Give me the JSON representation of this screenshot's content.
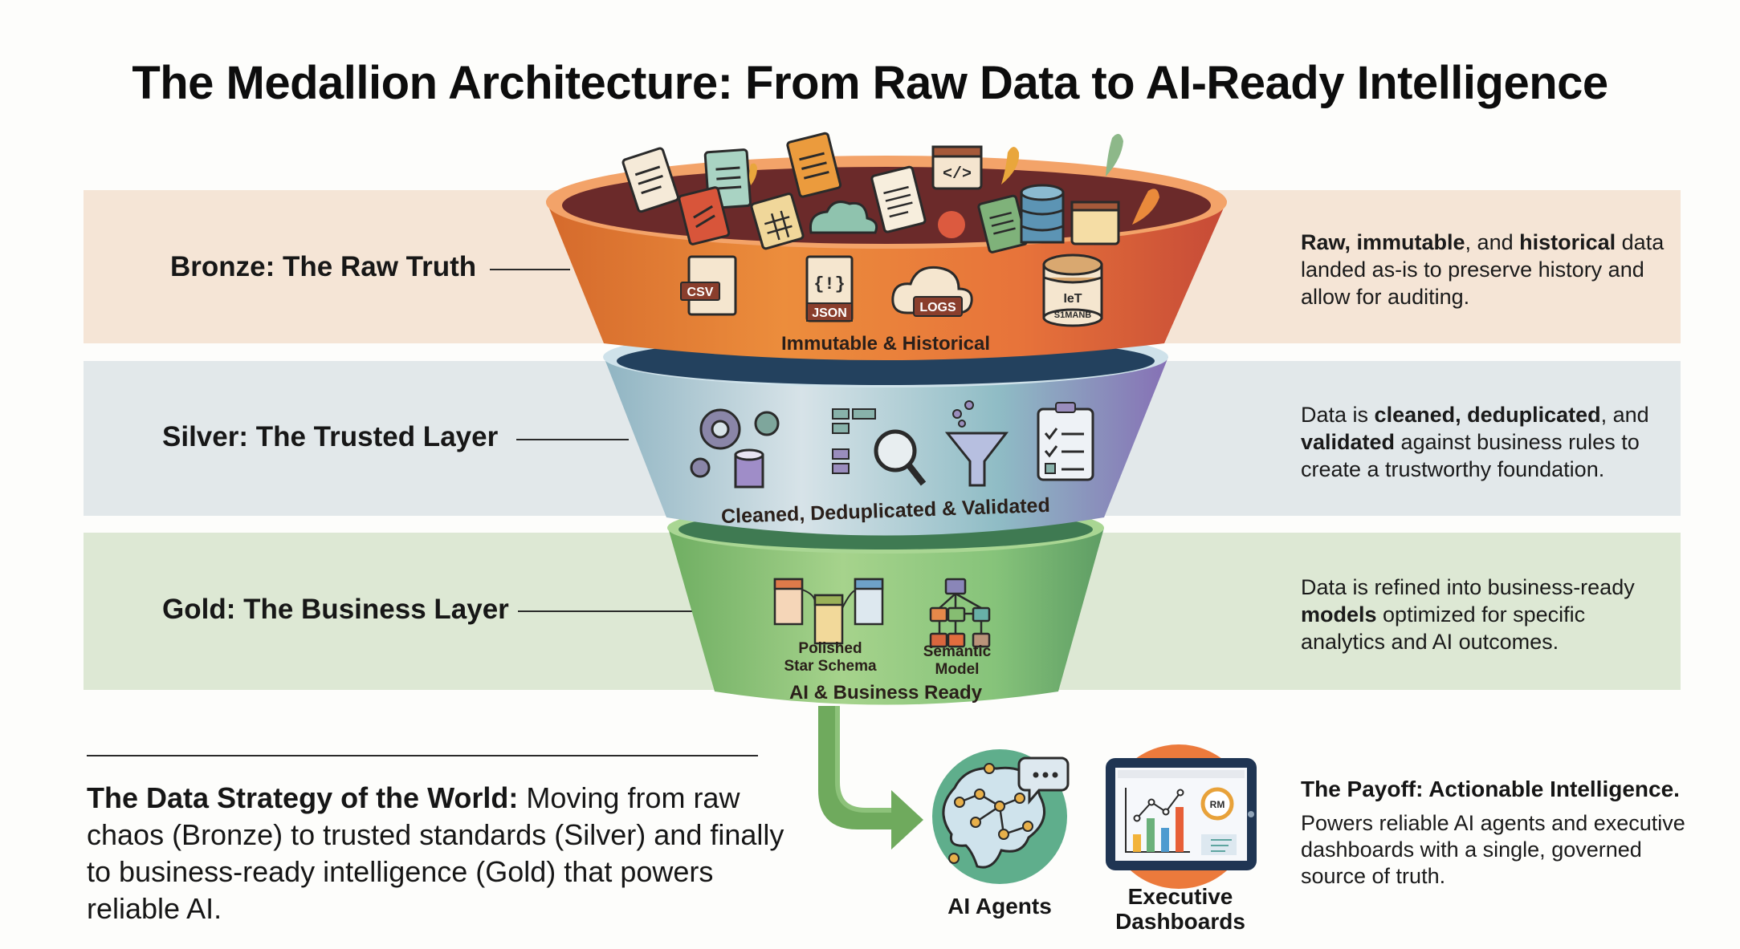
{
  "title": "The Medallion Architecture: From Raw Data to AI-Ready Intelligence",
  "colors": {
    "bronze_band": "#f5e5d6",
    "silver_band": "#e2e8ea",
    "gold_band": "#dde8d4",
    "bronze_funnel": "#e2803a",
    "silver_funnel": "#9fbfca",
    "gold_funnel": "#86bd72",
    "ai_agents_circle": "#5fae8c",
    "dashboard_circle": "#ec7a3c"
  },
  "layers": [
    {
      "id": "bronze",
      "label": "Bronze: The Raw Truth",
      "funnel_caption": "Immutable & Historical",
      "icons": [
        {
          "name": "csv-file-icon",
          "label": "CSV"
        },
        {
          "name": "json-file-icon",
          "label": "JSON",
          "glyph": "{!}"
        },
        {
          "name": "logs-cloud-icon",
          "label": "LOGS"
        },
        {
          "name": "iot-stream-database-icon",
          "label": "IeT",
          "sublabel": "S1MANB"
        }
      ],
      "description": {
        "parts": [
          {
            "text": "Raw, immutable",
            "bold": true
          },
          {
            "text": ", and ",
            "bold": false
          },
          {
            "text": "historical",
            "bold": true
          },
          {
            "text": " data landed as-is to preserve history and allow for auditing.",
            "bold": false
          }
        ]
      }
    },
    {
      "id": "silver",
      "label": "Silver: The Trusted Layer",
      "funnel_caption": "Cleaned, Deduplicated & Validated",
      "icons": [
        {
          "name": "gears-database-icon"
        },
        {
          "name": "table-magnifier-icon"
        },
        {
          "name": "filter-funnel-icon"
        },
        {
          "name": "checklist-clipboard-icon"
        }
      ],
      "description": {
        "parts": [
          {
            "text": "Data is ",
            "bold": false
          },
          {
            "text": "cleaned, deduplicated",
            "bold": true
          },
          {
            "text": ", and ",
            "bold": false
          },
          {
            "text": "validated",
            "bold": true
          },
          {
            "text": " against business rules to create a trustworthy foundation.",
            "bold": false
          }
        ]
      }
    },
    {
      "id": "gold",
      "label": "Gold: The Business Layer",
      "funnel_caption": "AI & Business Ready",
      "icons": [
        {
          "name": "star-schema-icon",
          "label_line1": "Polished",
          "label_line2": "Star Schema"
        },
        {
          "name": "semantic-model-icon",
          "label_line1": "Semantic",
          "label_line2": "Model"
        }
      ],
      "description": {
        "parts": [
          {
            "text": "Data is refined into business-ready ",
            "bold": false
          },
          {
            "text": "models",
            "bold": true
          },
          {
            "text": " optimized for specific analytics and AI outcomes.",
            "bold": false
          }
        ]
      }
    }
  ],
  "strategy": {
    "lead": "The Data Strategy of the World:",
    "body": " Moving from raw chaos (Bronze) to trusted standards (Silver) and finally to business-ready intelligence (Gold) that powers reliable AI."
  },
  "outputs": {
    "ai_agents": {
      "label": "AI Agents"
    },
    "dashboards": {
      "label_line1": "Executive",
      "label_line2": "Dashboards",
      "gauge_text": "RM"
    }
  },
  "payoff": {
    "title": "The Payoff: Actionable Intelligence.",
    "body": "Powers reliable AI agents and executive dashboards with a single, governed source of truth."
  }
}
